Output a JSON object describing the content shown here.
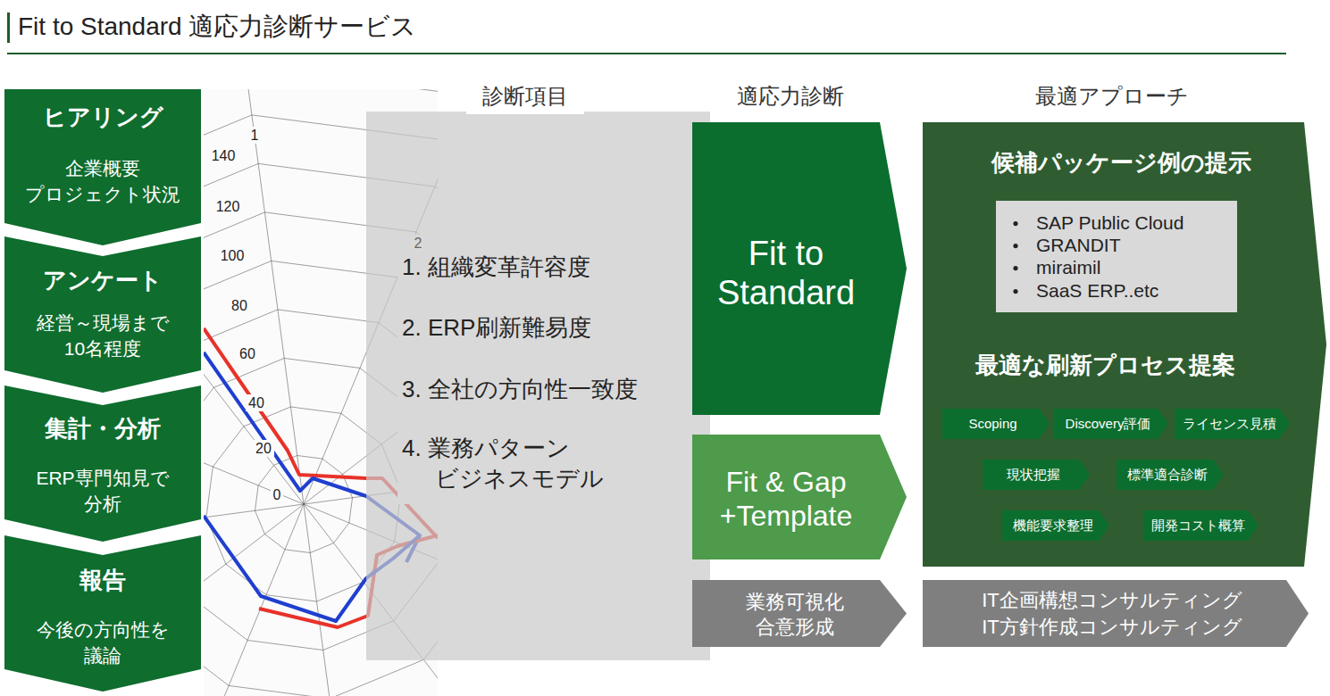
{
  "diagram": {
    "title": "Fit to Standard 適応力診断サービス",
    "nodes": [
      {
        "text": [
          "ヒアリング",
          "企業概要 プロジェクト状況"
        ]
      },
      {
        "text": [
          "アンケート",
          "経営～現場まで 10名程度"
        ]
      },
      {
        "text": [
          "集計・分析",
          "ERP専門知見で 分析"
        ]
      },
      {
        "text": [
          "報告",
          "今後の方向性を 議論"
        ]
      },
      {
        "text": [
          "1. 組織変革許容度",
          "2. ERP刷新難易度",
          "3. 全社の方向性一致度",
          "4. 業務パターン ビジネスモデル"
        ]
      },
      {
        "text": [
          "Fit to Standard"
        ]
      },
      {
        "text": [
          "Fit & Gap +Template"
        ]
      },
      {
        "text": [
          "業務可視化 合意形成"
        ]
      },
      {
        "text": [
          "候補パッケージ例の提示",
          "最適な刷新プロセス提案"
        ]
      },
      {
        "text": [
          "SAP Public Cloud",
          "GRANDIT",
          "miraimil",
          "SaaS ERP..etc"
        ],
        "in": 8
      },
      {
        "text": [
          "Scoping"
        ],
        "in": 8
      },
      {
        "text": [
          "Discovery評価"
        ],
        "in": 8
      },
      {
        "text": [
          "ライセンス見積"
        ],
        "in": 8
      },
      {
        "text": [
          "現状把握"
        ],
        "in": 8
      },
      {
        "text": [
          "標準適合診断"
        ],
        "in": 8
      },
      {
        "text": [
          "機能要求整理"
        ],
        "in": 8
      },
      {
        "text": [
          "開発コスト概算"
        ],
        "in": 8
      },
      {
        "text": [
          "IT企画構想コンサルティング",
          "IT方針作成コンサルティング"
        ]
      }
    ],
    "labels": [
      "診断項目",
      "適応力診断",
      "最適アプローチ",
      "1",
      "140",
      "120",
      "100",
      "80",
      "60",
      "40",
      "20",
      "0",
      "2"
    ]
  }
}
